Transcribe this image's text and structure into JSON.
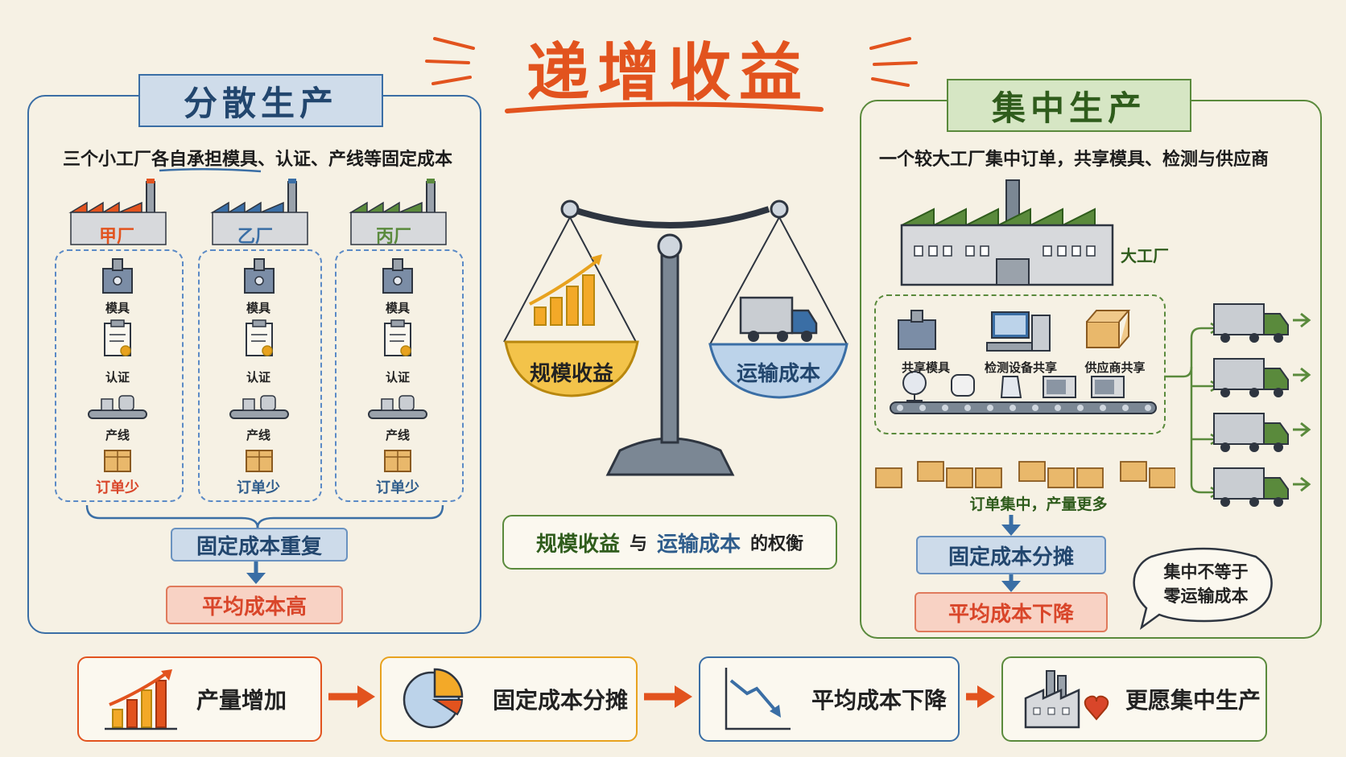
{
  "title": "递增收益",
  "left": {
    "heading": "分散生产",
    "subtitle": "三个小工厂各自承担模具、认证、产线等固定成本",
    "factories": [
      {
        "name": "甲厂",
        "color": "#e2531e",
        "orders": "订单少"
      },
      {
        "name": "乙厂",
        "color": "#3a6ea5",
        "orders": "订单少"
      },
      {
        "name": "丙厂",
        "color": "#5a8a3c",
        "orders": "订单少"
      }
    ],
    "items": [
      "模具",
      "认证",
      "产线"
    ],
    "tag1": "固定成本重复",
    "tag2": "平均成本高"
  },
  "center": {
    "left_pan": "规模收益",
    "right_pan": "运输成本",
    "caption_a": "规模收益",
    "caption_and": "与",
    "caption_b": "运输成本",
    "caption_c": "的权衡"
  },
  "right": {
    "heading": "集中生产",
    "subtitle": "一个较大工厂集中订单，共享模具、检测与供应商",
    "factory_label": "大工厂",
    "shared": [
      "共享模具",
      "检测设备共享",
      "供应商共享"
    ],
    "orders_text": "订单集中，产量更多",
    "tag1": "固定成本分摊",
    "tag2": "平均成本下降",
    "bubble_line1": "集中不等于",
    "bubble_line2": "零运输成本"
  },
  "flow": [
    {
      "label": "产量增加",
      "color": "#e2531e",
      "icon": "bar-chart-icon"
    },
    {
      "label": "固定成本分摊",
      "color": "#e8a21e",
      "icon": "pie-chart-icon"
    },
    {
      "label": "平均成本下降",
      "color": "#3a6ea5",
      "icon": "down-trend-icon"
    },
    {
      "label": "更愿集中生产",
      "color": "#5a8a3c",
      "icon": "factory-heart-icon"
    }
  ]
}
